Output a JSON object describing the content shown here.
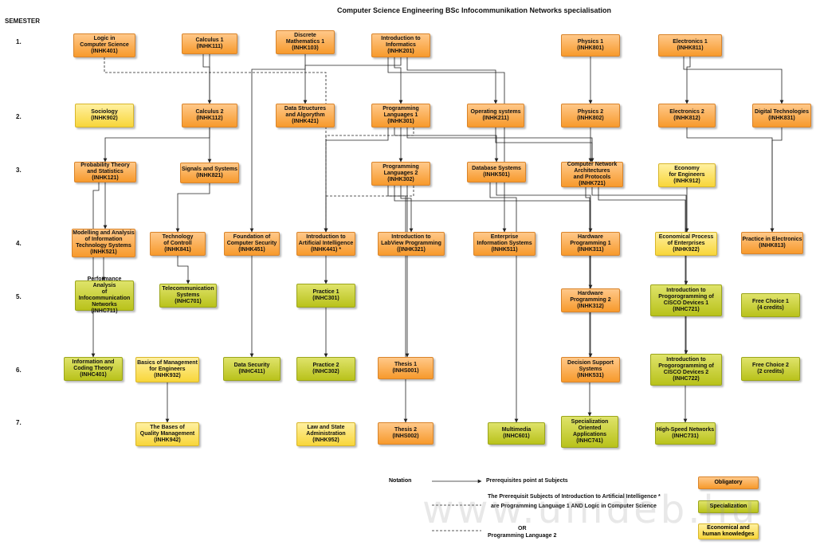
{
  "title": "Computer Science Engineering BSc Infocommunikation Networks specialisation",
  "semester_label": "SEMESTER",
  "semesters": [
    "1.",
    "2.",
    "3.",
    "4.",
    "5.",
    "6.",
    "7."
  ],
  "nodes": [
    {
      "id": "INHK401",
      "text": "Logic in\nComputer Science\n(INHK401)",
      "type": "obl"
    },
    {
      "id": "INHK111",
      "text": "Calculus 1\n(INHK111)",
      "type": "obl"
    },
    {
      "id": "INHK103",
      "text": "Discrete\nMathematics 1\n(INHK103)",
      "type": "obl"
    },
    {
      "id": "INHK201",
      "text": "Introduction to\nInformatics\n(INHK201)",
      "type": "obl"
    },
    {
      "id": "INHK801",
      "text": "Physics 1\n(INHK801)",
      "type": "obl"
    },
    {
      "id": "INHK811",
      "text": "Electronics 1\n(INHK811)",
      "type": "obl"
    },
    {
      "id": "INHK902",
      "text": "Sociology\n(INHK902)",
      "type": "econ"
    },
    {
      "id": "INHK112",
      "text": "Calculus 2\n(INHK112)",
      "type": "obl"
    },
    {
      "id": "INHK421",
      "text": "Data Structures\nand Algorythm\n(INHK421)",
      "type": "obl"
    },
    {
      "id": "INHK301",
      "text": "Programming\nLanguages 1\n(INHK301)",
      "type": "obl"
    },
    {
      "id": "INHK211",
      "text": "Operating systems\n(INHK211)",
      "type": "obl"
    },
    {
      "id": "INHK802",
      "text": "Physics 2\n(INHK802)",
      "type": "obl"
    },
    {
      "id": "INHK812",
      "text": "Electronics 2\n(INHK812)",
      "type": "obl"
    },
    {
      "id": "INHK831",
      "text": "Digital Technologies\n(INHK831)",
      "type": "obl"
    },
    {
      "id": "INHK121",
      "text": "Probability Theory\nand Statistics\n(INHK121)",
      "type": "obl"
    },
    {
      "id": "INHK821",
      "text": "Signals and Systems\n(INHK821)",
      "type": "obl"
    },
    {
      "id": "INHK302",
      "text": "Programming\nLanguages 2\n(INHK302)",
      "type": "obl"
    },
    {
      "id": "INHK501",
      "text": "Database Systems\n(INHK501)",
      "type": "obl"
    },
    {
      "id": "INHK721",
      "text": "Computer Network\nArchitectures\nand Protocols\n(INHK721)",
      "type": "obl"
    },
    {
      "id": "INHK912",
      "text": "Economy\nfor Engineers\n(INHK912)",
      "type": "econ"
    },
    {
      "id": "INHK521",
      "text": "Modelling and Analysis\nof Information\nTechnology Systems\n(INHK521)",
      "type": "obl"
    },
    {
      "id": "INHK841",
      "text": "Technology\nof Controll\n(INHK841)",
      "type": "obl"
    },
    {
      "id": "INHK451",
      "text": "Foundation of\nComputer Security\n(INHK451)",
      "type": "obl"
    },
    {
      "id": "INHK441",
      "text": "Introduction to\nArtificial Intelligence\n(INHK441) *",
      "type": "obl"
    },
    {
      "id": "INHK321",
      "text": "Introduction to\nLabView Programming\n((INHK321)",
      "type": "obl"
    },
    {
      "id": "INHK511",
      "text": "Enterprise\nInformation Systems\n(INHK511)",
      "type": "obl"
    },
    {
      "id": "INHK311",
      "text": "Hardware\nProgramming 1\n(INHK311)",
      "type": "obl"
    },
    {
      "id": "INHK922",
      "text": "Economical Process\nof Enterprises\n(INHK922)",
      "type": "econ"
    },
    {
      "id": "INHK813",
      "text": "Practice in Electronics\n(INHK813)",
      "type": "obl"
    },
    {
      "id": "INHC711",
      "text": "Performance Analysis\nof Infocommunication\nNetworks\n(INHC711)",
      "type": "spec"
    },
    {
      "id": "INHC701",
      "text": "Telecommunication\nSystems\n(INHC701)",
      "type": "spec"
    },
    {
      "id": "INHC301",
      "text": "Practice 1\n(INHC301)",
      "type": "spec"
    },
    {
      "id": "INHK312",
      "text": "Hardware\nProgramming 2\n(INHK312)",
      "type": "obl"
    },
    {
      "id": "INHC721",
      "text": "Introduction to\nProgorogramming of\nCISCO Devices 1\n(INHC721)",
      "type": "spec"
    },
    {
      "id": "FC1",
      "text": "Free Choice 1\n(4 credits)",
      "type": "spec"
    },
    {
      "id": "INHC401",
      "text": "Information and\nCoding Theory\n(INHC401)",
      "type": "spec"
    },
    {
      "id": "INHK932",
      "text": "Basics of Management\nfor Engineers\n(INHK932)",
      "type": "econ"
    },
    {
      "id": "INHC411",
      "text": "Data Security\n(INHC411)",
      "type": "spec"
    },
    {
      "id": "INHC302",
      "text": "Practice 2\n(INHC302)",
      "type": "spec"
    },
    {
      "id": "INHS001",
      "text": "Thesis 1\n(INHS001)",
      "type": "obl"
    },
    {
      "id": "INHK531",
      "text": "Decision Support\nSystems\n(INHK531)",
      "type": "obl"
    },
    {
      "id": "INHC722",
      "text": "Introduction to\nProgorogramming of\nCISCO Devices 2\n(INHC722)",
      "type": "spec"
    },
    {
      "id": "FC2",
      "text": "Free Choice 2\n(2 credits)",
      "type": "spec"
    },
    {
      "id": "INHK942",
      "text": "The Bases of\nQuality Management\n(INHK942)",
      "type": "econ"
    },
    {
      "id": "INHK952",
      "text": "Law and State\nAdministration\n(INHK952)",
      "type": "econ"
    },
    {
      "id": "INHS002",
      "text": "Thesis 2\n(INHS002)",
      "type": "obl"
    },
    {
      "id": "INHC601",
      "text": "Multimedia\n(INHC601)",
      "type": "spec"
    },
    {
      "id": "INHC741",
      "text": "Specialization\nOriented\nApplications\n(INHC741)",
      "type": "spec"
    },
    {
      "id": "INHC731",
      "text": "High-Speed Networks\n(INHC731)",
      "type": "spec"
    }
  ],
  "edges": [
    {
      "from": "INHK111",
      "to": "INHK112",
      "style": "solid"
    },
    {
      "from": "INHK112",
      "to": "INHK121",
      "style": "solid"
    },
    {
      "from": "INHK111",
      "to": "INHK821",
      "style": "solid"
    },
    {
      "from": "INHK103",
      "to": "INHK451",
      "style": "solid"
    },
    {
      "from": "INHK201",
      "to": "INHK421",
      "style": "solid"
    },
    {
      "from": "INHK201",
      "to": "INHK301",
      "style": "solid"
    },
    {
      "from": "INHK201",
      "to": "INHK211",
      "style": "solid"
    },
    {
      "from": "INHK201",
      "to": "INHK511",
      "style": "solid"
    },
    {
      "from": "INHK801",
      "to": "INHK802",
      "style": "solid"
    },
    {
      "from": "INHK811",
      "to": "INHK812",
      "style": "solid"
    },
    {
      "from": "INHK811",
      "to": "INHK831",
      "style": "solid"
    },
    {
      "from": "INHK301",
      "to": "INHK302",
      "style": "solid"
    },
    {
      "from": "INHK301",
      "to": "INHK501",
      "style": "solid"
    },
    {
      "from": "INHK301",
      "to": "INHK721",
      "style": "solid"
    },
    {
      "from": "INHK301",
      "to": "INHC301",
      "style": "solid"
    },
    {
      "from": "INHK211",
      "to": "INHK721",
      "style": "solid"
    },
    {
      "from": "INHK802",
      "to": "INHK721",
      "style": "solid"
    },
    {
      "from": "INHK812",
      "to": "INHK813",
      "style": "solid"
    },
    {
      "from": "INHK831",
      "to": "INHK813",
      "style": "solid"
    },
    {
      "from": "INHK121",
      "to": "INHK521",
      "style": "solid"
    },
    {
      "from": "INHK121",
      "to": "INHC401",
      "style": "solid"
    },
    {
      "from": "INHK821",
      "to": "INHK841",
      "style": "solid"
    },
    {
      "from": "INHK302",
      "to": "INHK321",
      "style": "solid"
    },
    {
      "from": "INHK302",
      "to": "INHK311",
      "style": "solid"
    },
    {
      "from": "INHK302",
      "to": "INHS001",
      "style": "solid"
    },
    {
      "from": "INHK302",
      "to": "INHS002",
      "style": "solid"
    },
    {
      "from": "INHK501",
      "to": "INHK531",
      "style": "solid"
    },
    {
      "from": "INHK501",
      "to": "INHC601",
      "style": "solid"
    },
    {
      "from": "INHK721",
      "to": "INHC721",
      "style": "solid"
    },
    {
      "from": "INHK721",
      "to": "INHC741",
      "style": "solid"
    },
    {
      "from": "INHK721",
      "to": "INHC731",
      "style": "solid"
    },
    {
      "from": "INHK912",
      "to": "INHK922",
      "style": "solid"
    },
    {
      "from": "INHK521",
      "to": "INHC711",
      "style": "solid"
    },
    {
      "from": "INHK841",
      "to": "INHC701",
      "style": "solid"
    },
    {
      "from": "INHK451",
      "to": "INHC411",
      "style": "solid"
    },
    {
      "from": "INHC301",
      "to": "INHC302",
      "style": "solid"
    },
    {
      "from": "INHK311",
      "to": "INHK312",
      "style": "solid"
    },
    {
      "from": "INHC721",
      "to": "INHC722",
      "style": "solid"
    },
    {
      "from": "INHK932",
      "to": "INHK942",
      "style": "solid"
    },
    {
      "from": "INHK401",
      "to": "INHK441",
      "style": "dashed"
    },
    {
      "from": "INHK301",
      "to": "INHK441",
      "style": "dashed"
    },
    {
      "from": "INHK302",
      "to": "INHK441",
      "style": "dashed"
    }
  ],
  "notation": {
    "label": "Notation",
    "arrow_text": "Prerequisites point at Subjects",
    "dashed_text_1": "The Prerequisit Subjects of Introduction to Artificial Intelligence *",
    "dashed_text_2": "are Programming Language 1 AND Logic in Computer Science",
    "or_text": "OR",
    "or_text_2": "Programming Language 2"
  },
  "legend": [
    {
      "label": "Obligatory",
      "type": "obl"
    },
    {
      "label": "Specialization",
      "type": "spec"
    },
    {
      "label": "Economical and\nhuman knowledges",
      "type": "econ"
    }
  ],
  "watermark": "www.unideb.hu"
}
